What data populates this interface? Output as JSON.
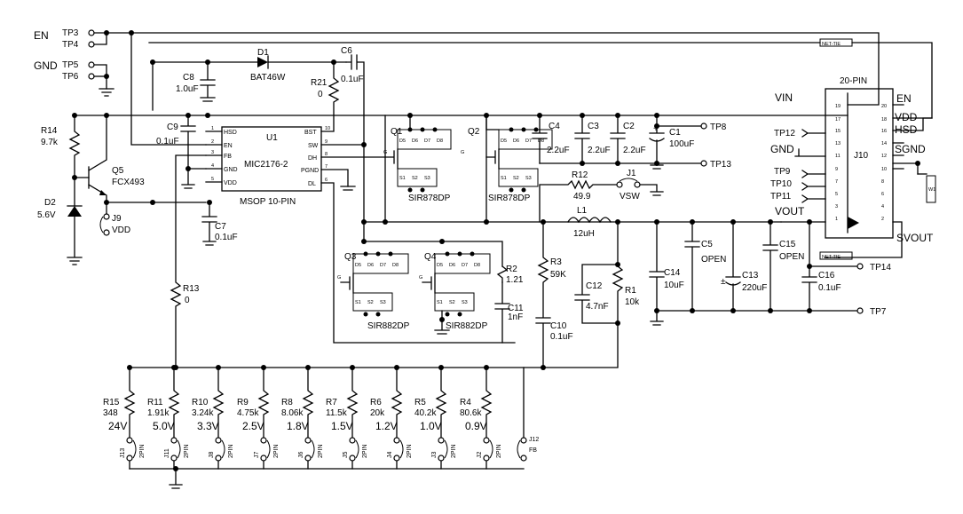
{
  "labels": {
    "en": "EN",
    "gnd_left": "GND",
    "tp3": "TP3",
    "tp4": "TP4",
    "tp5": "TP5",
    "tp6": "TP6",
    "d1": "D1",
    "d1_part": "BAT46W",
    "c8": "C8",
    "c8_val": "1.0uF",
    "c6": "C6",
    "c6_val": "0.1uF",
    "r21": "R21",
    "r21_val": "0",
    "r14": "R14",
    "r14_val": "9.7k",
    "q5": "Q5",
    "q5_part": "FCX493",
    "d2": "D2",
    "d2_val": "5.6V",
    "j9": "J9",
    "j9_vdd": "VDD",
    "c9": "C9",
    "c9_val": "0.1uF",
    "c7": "C7",
    "c7_val": "0.1uF",
    "r13": "R13",
    "r13_val": "0",
    "u1": "U1",
    "u1_part": "MIC2176-2",
    "u1_pkg": "MSOP 10-PIN",
    "u1_hsd": "HSD",
    "u1_en": "EN",
    "u1_fb": "FB",
    "u1_gnd": "GND",
    "u1_vdd": "VDD",
    "u1_bst": "BST",
    "u1_sw": "SW",
    "u1_dh": "DH",
    "u1_pgnd": "PGND",
    "u1_dl": "DL",
    "q1": "Q1",
    "q2": "Q2",
    "q3": "Q3",
    "q4": "Q4",
    "sir878": "SIR878DP",
    "sir882": "SIR882DP",
    "s1": "S1",
    "s2": "S2",
    "s3": "S3",
    "d5": "D5",
    "d6": "D6",
    "d7": "D7",
    "d8": "D8",
    "g": "G",
    "c4": "C4",
    "c4_val": "2.2uF",
    "c3": "C3",
    "c3_val": "2.2uF",
    "c2": "C2",
    "c2_val": "2.2uF",
    "c1": "C1",
    "c1_val": "100uF",
    "tp8": "TP8",
    "tp13": "TP13",
    "r12": "R12",
    "r12_val": "49.9",
    "j1": "J1",
    "j1_val": "VSW",
    "l1": "L1",
    "l1_val": "12uH",
    "r2": "R2",
    "r2_val": "1.21",
    "c11": "C11",
    "c11_val": "1nF",
    "r3": "R3",
    "r3_val": "59K",
    "c12": "C12",
    "c12_val": "4.7nF",
    "r1": "R1",
    "r1_val": "10k",
    "c10": "C10",
    "c10_val": "0.1uF",
    "c14": "C14",
    "c14_val": "10uF",
    "c5": "C5",
    "c5_val": "OPEN",
    "c13": "C13",
    "c13_val": "220uF",
    "c15": "C15",
    "c15_val": "OPEN",
    "c16": "C16",
    "c16_val": "0.1uF",
    "tp14": "TP14",
    "tp7": "TP7",
    "vin": "VIN",
    "vout": "VOUT",
    "gnd_right": "GND",
    "tp12": "TP12",
    "tp9": "TP9",
    "tp10": "TP10",
    "tp11": "TP11",
    "j10": "J10",
    "pin20": "20-PIN",
    "c_en": "EN",
    "c_vdd": "VDD",
    "c_hsd": "HSD",
    "c_sgnd": "SGND",
    "c_svout": "SVOUT",
    "net_tie": "NET-TIE",
    "w1": "W1",
    "plus": "+",
    "pm": "±",
    "twopin": "2PIN",
    "j12": "J12",
    "j12_fb": "FB"
  },
  "j10_pins": [
    "19",
    "20",
    "17",
    "18",
    "15",
    "16",
    "13",
    "14",
    "11",
    "12",
    "9",
    "10",
    "7",
    "8",
    "5",
    "6",
    "3",
    "4",
    "1",
    "2"
  ],
  "u1_pins": [
    "1",
    "2",
    "3",
    "4",
    "5",
    "10",
    "9",
    "8",
    "7",
    "6"
  ],
  "divider": [
    {
      "r": "R15",
      "val": "348",
      "v": "24V",
      "j": "J13"
    },
    {
      "r": "R11",
      "val": "1.91k",
      "v": "5.0V",
      "j": "J11"
    },
    {
      "r": "R10",
      "val": "3.24k",
      "v": "3.3V",
      "j": "J8"
    },
    {
      "r": "R9",
      "val": "4.75k",
      "v": "2.5V",
      "j": "J7"
    },
    {
      "r": "R8",
      "val": "8.06k",
      "v": "1.8V",
      "j": "J6"
    },
    {
      "r": "R7",
      "val": "11.5k",
      "v": "1.5V",
      "j": "J5"
    },
    {
      "r": "R6",
      "val": "20k",
      "v": "1.2V",
      "j": "J4"
    },
    {
      "r": "R5",
      "val": "40.2k",
      "v": "1.0V",
      "j": "J3"
    },
    {
      "r": "R4",
      "val": "80.6k",
      "v": "0.9V",
      "j": "J2"
    }
  ]
}
